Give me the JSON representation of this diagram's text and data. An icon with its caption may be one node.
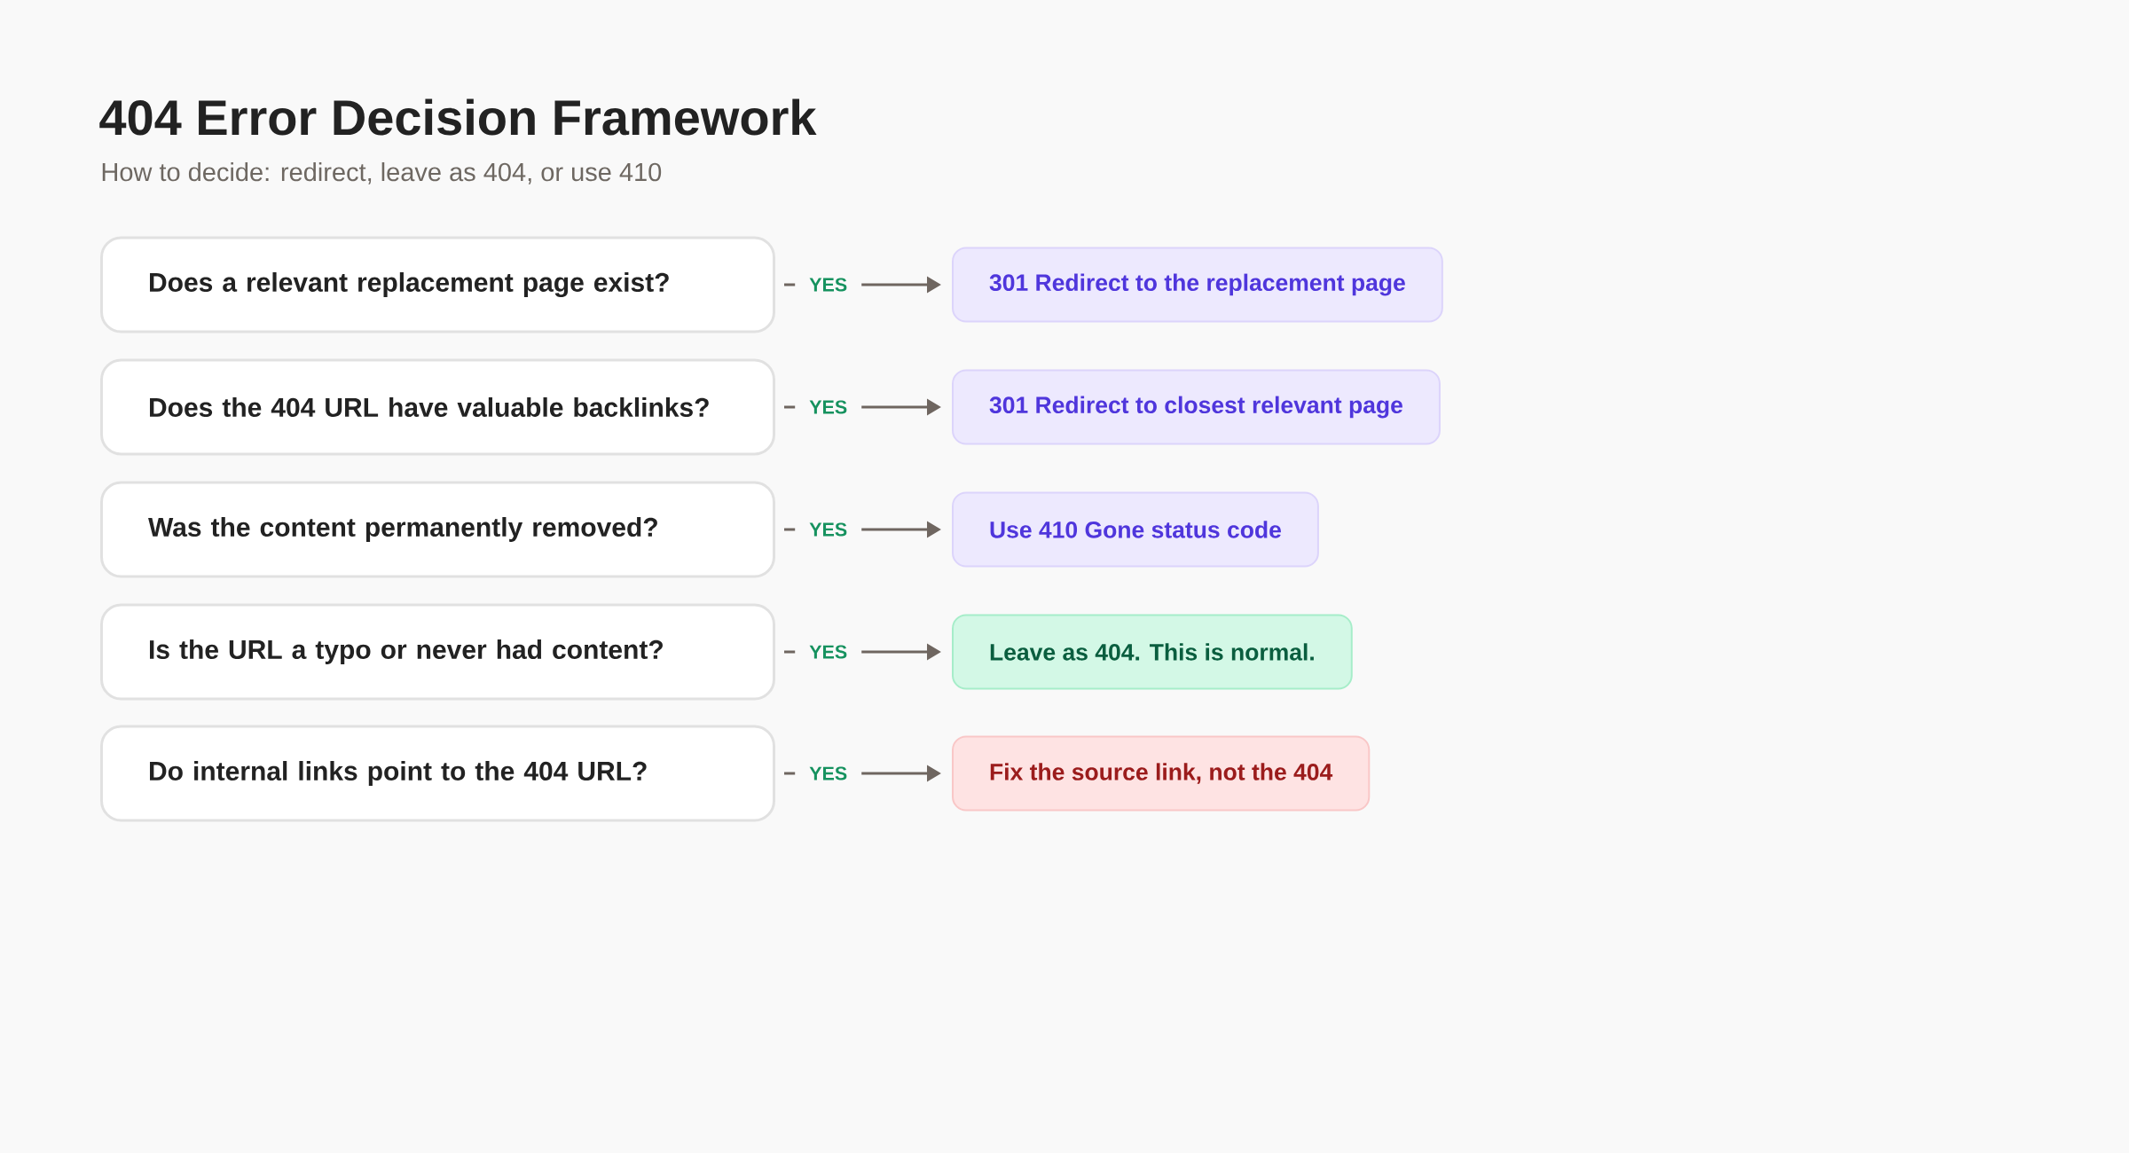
{
  "diagram": {
    "title": "404 Error Decision Framework",
    "caption": "How to decide: redirect, leave as 404, or use 410",
    "nodes": [
      {
        "text": [
          "Does a relevant replacement page exist?"
        ]
      },
      {
        "text": [
          "301 Redirect to the replacement page"
        ]
      },
      {
        "text": [
          "Does the 404 URL have valuable backlinks?"
        ]
      },
      {
        "text": [
          "301 Redirect to closest relevant page"
        ]
      },
      {
        "text": [
          "Was the content permanently removed?"
        ]
      },
      {
        "text": [
          "Use 410 Gone status code"
        ]
      },
      {
        "text": [
          "Is the URL a typo or never had content?"
        ]
      },
      {
        "text": [
          "Leave as 404. This is normal."
        ]
      },
      {
        "text": [
          "Do internal links point to the 404 URL?"
        ]
      },
      {
        "text": [
          "Fix the source link, not the 404"
        ]
      }
    ],
    "edges": [
      {
        "from": 0,
        "to": 1,
        "arrow": "to",
        "label": "YES"
      },
      {
        "from": 2,
        "to": 3,
        "arrow": "to",
        "label": "YES"
      },
      {
        "from": 4,
        "to": 5,
        "arrow": "to",
        "label": "YES"
      },
      {
        "from": 6,
        "to": 7,
        "arrow": "to",
        "label": "YES"
      },
      {
        "from": 8,
        "to": 9,
        "arrow": "to",
        "label": "YES"
      }
    ]
  }
}
